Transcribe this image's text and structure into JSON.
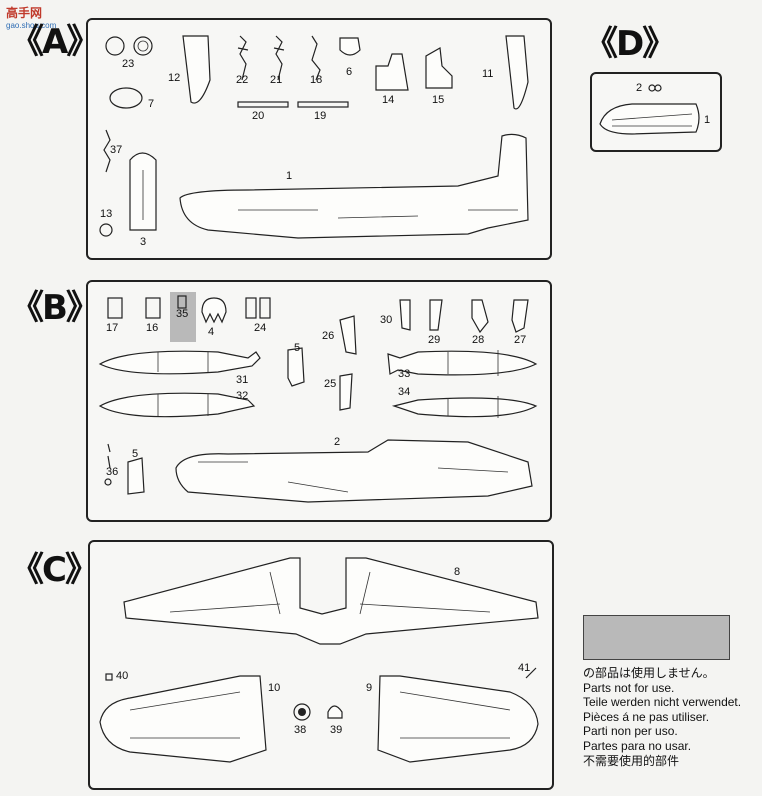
{
  "watermark": {
    "line1": "高手网",
    "line2": "gao.shou.com"
  },
  "sprues": {
    "A": {
      "label": "《A》",
      "part_numbers": {
        "p23": "23",
        "p12": "12",
        "p22": "22",
        "p21": "21",
        "p18": "18",
        "p6": "6",
        "p7": "7",
        "p20": "20",
        "p19": "19",
        "p14": "14",
        "p15": "15",
        "p11": "11",
        "p37": "37",
        "p1": "1",
        "p13": "13",
        "p3": "3"
      }
    },
    "B": {
      "label": "《B》",
      "part_numbers": {
        "p17": "17",
        "p16": "16",
        "p35": "35",
        "p4": "4",
        "p24": "24",
        "p26": "26",
        "p30": "30",
        "p29": "29",
        "p28": "28",
        "p27": "27",
        "p5a": "5",
        "p31": "31",
        "p32": "32",
        "p25": "25",
        "p33": "33",
        "p34": "34",
        "p2": "2",
        "p36": "36",
        "p5b": "5"
      }
    },
    "C": {
      "label": "《C》",
      "part_numbers": {
        "p8": "8",
        "p40": "40",
        "p10": "10",
        "p38": "38",
        "p39": "39",
        "p9": "9",
        "p41": "41"
      }
    },
    "D": {
      "label": "《D》",
      "part_numbers": {
        "p2": "2",
        "p1": "1"
      }
    }
  },
  "legend": {
    "swatch_color": "#b9b9b9",
    "lines": [
      "の部品は使用しません。",
      "Parts not for use.",
      "Teile werden nicht verwendet.",
      "Pièces á ne pas utiliser.",
      "Parti non per uso.",
      "Partes para no usar.",
      "不需要使用的部件"
    ]
  }
}
